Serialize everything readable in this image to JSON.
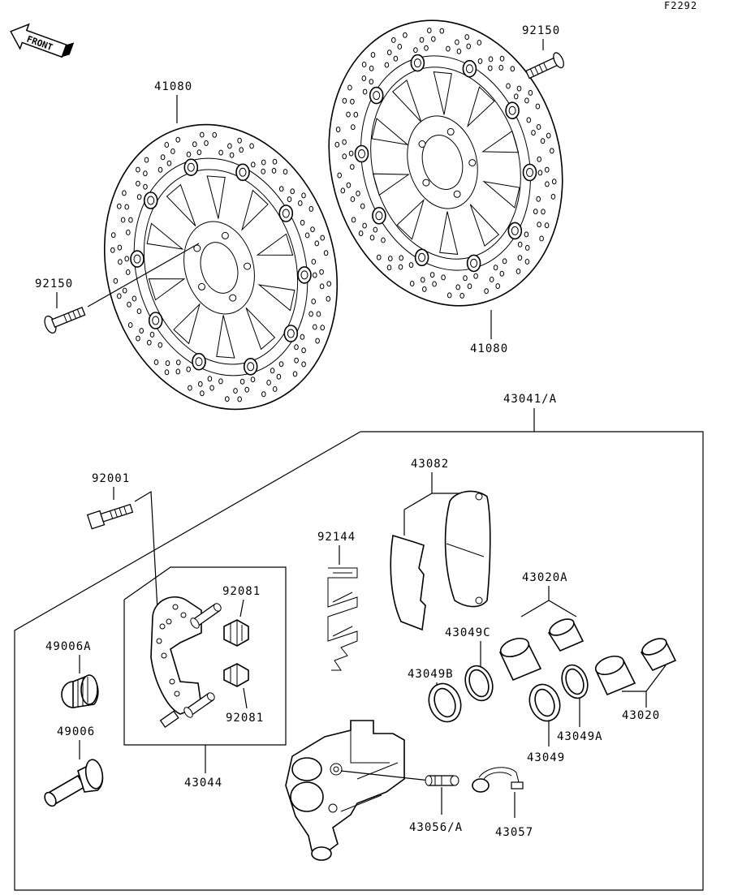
{
  "figure_code": "F2292",
  "front_arrow_text": "FRONT",
  "labels": {
    "disc_left": "41080",
    "disc_right": "41080",
    "bolt_left": "92150",
    "bolt_right": "92150",
    "caliper_assy": "43041/A",
    "bolt_caliper": "92001",
    "pad_set": "43082",
    "spring": "92144",
    "holder_assy": "43044",
    "clip_top": "92081",
    "clip_bottom": "92081",
    "piston_set_a": "43020A",
    "piston_set": "43020",
    "seal_c": "43049C",
    "seal_b": "43049B",
    "seal_a": "43049A",
    "seal": "43049",
    "boot_a": "49006A",
    "boot": "49006",
    "bleeder": "43056/A",
    "cap": "43057"
  }
}
